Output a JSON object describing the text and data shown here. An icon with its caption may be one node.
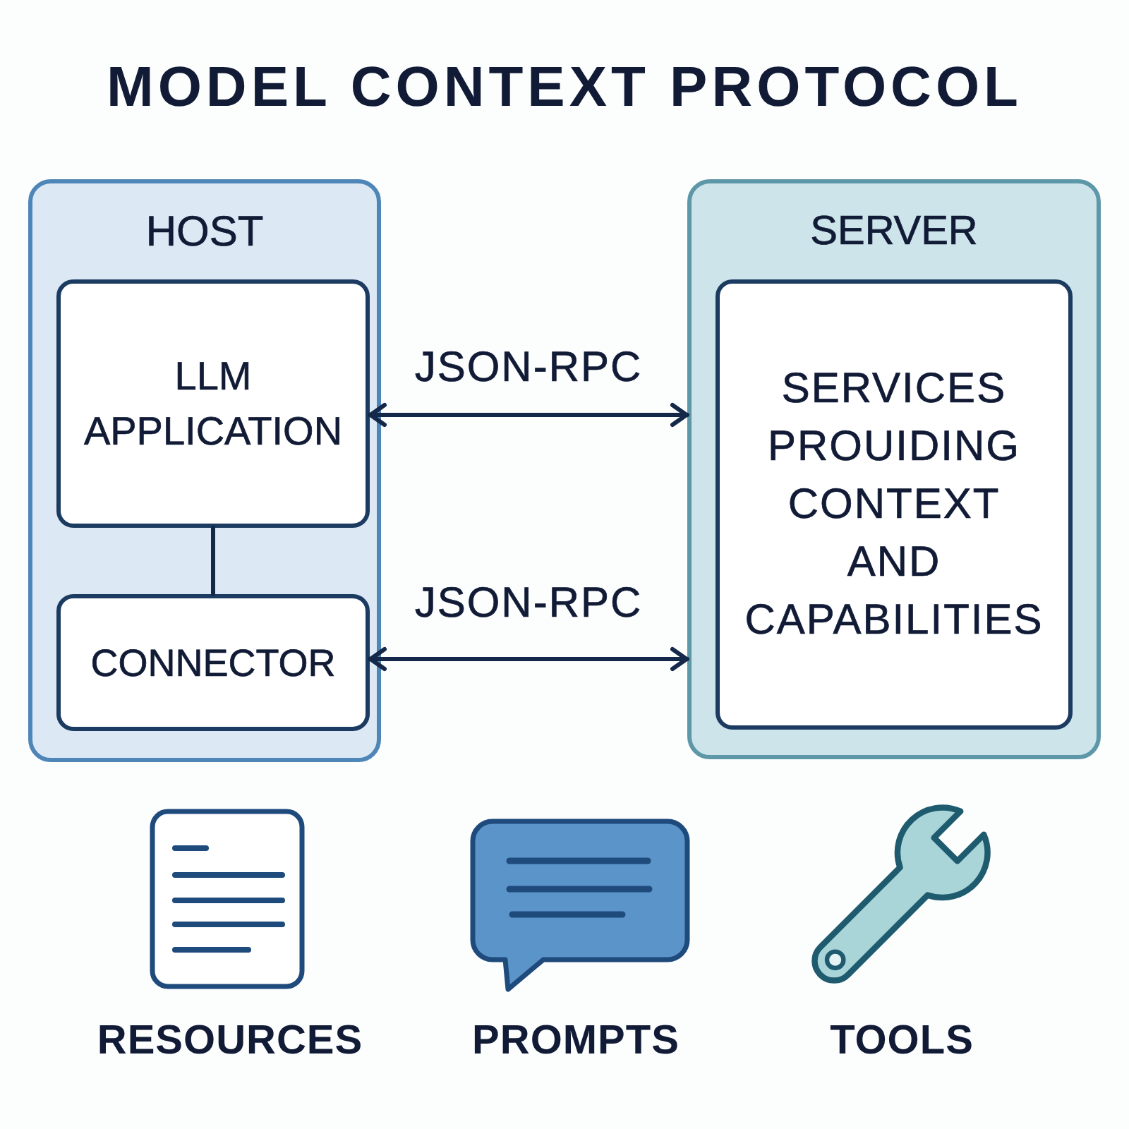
{
  "diagram": {
    "title": "MODEL CONTEXT PROTOCOL",
    "nodes": [
      {
        "text": [
          "HOST"
        ]
      },
      {
        "text": [
          "LLM APPLICATION"
        ],
        "in": 0
      },
      {
        "text": [
          "CONNECTOR"
        ],
        "in": 0
      },
      {
        "text": [
          "SERVER"
        ]
      },
      {
        "text": [
          "SERVICES PROUIDING CONTEXT AND CAPABILITIES"
        ],
        "in": 3
      }
    ],
    "edges": [
      {
        "from": 1,
        "to": 2,
        "arrow": "none"
      },
      {
        "from": 1,
        "to": 3,
        "arrow": "both",
        "label": "JSON-RPC"
      },
      {
        "from": 2,
        "to": 3,
        "arrow": "both",
        "label": "JSON-RPC"
      }
    ],
    "labels": [
      "RESOURCES",
      "PROMPTS",
      "TOOLS"
    ]
  }
}
